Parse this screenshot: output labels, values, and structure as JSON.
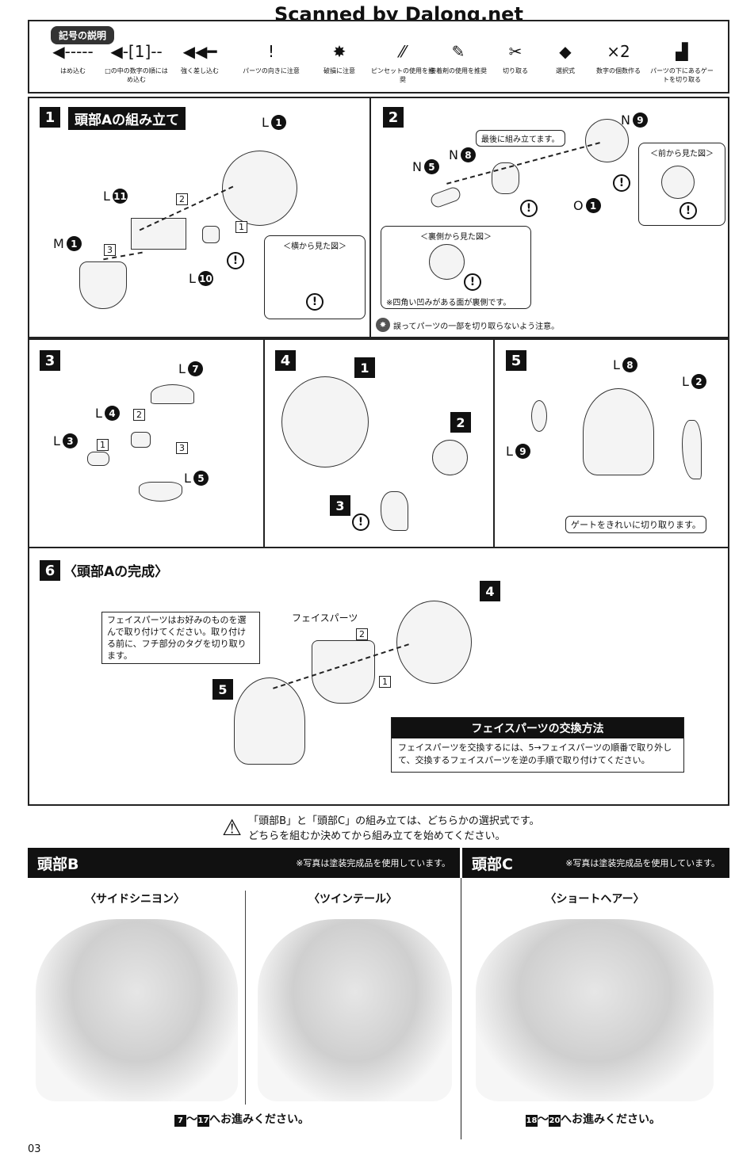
{
  "watermark": "Scanned by Dalong.net",
  "legend": {
    "title": "記号の説明",
    "items": [
      {
        "icon": "◀-----",
        "label": "はめ込む"
      },
      {
        "icon": "◀-[1]--",
        "label": "□の中の数字の順にはめ込む"
      },
      {
        "icon": "◀◀━",
        "label": "強く差し込む"
      },
      {
        "icon": "!",
        "label": "パーツの向きに注意"
      },
      {
        "icon": "✸",
        "label": "破損に注意"
      },
      {
        "icon": "⁄⁄",
        "label": "ピンセットの使用を推奨"
      },
      {
        "icon": "✎",
        "label": "接着剤の使用を推奨"
      },
      {
        "icon": "✂",
        "label": "切り取る"
      },
      {
        "icon": "◆",
        "label": "選択式"
      },
      {
        "icon": "×2",
        "label": "数字の個数作る"
      },
      {
        "icon": "▟",
        "label": "パーツの下にあるゲートを切り取る"
      }
    ]
  },
  "step1": {
    "num": "1",
    "title": "頭部Aの組み立て",
    "sub_caption": "＜横から見た図＞",
    "parts": [
      {
        "l": "L",
        "n": "1"
      },
      {
        "l": "L",
        "n": "11"
      },
      {
        "l": "M",
        "n": "1"
      },
      {
        "l": "L",
        "n": "10"
      }
    ],
    "seq": [
      "1",
      "2",
      "3"
    ]
  },
  "step2": {
    "num": "2",
    "note": "最後に組み立てます。",
    "front_caption": "＜前から見た図＞",
    "back_caption": "＜裏側から見た図＞",
    "back_note": "※四角い凹みがある面が裏側です。",
    "caution": "誤ってパーツの一部を切り取らないよう注意。",
    "parts": [
      {
        "l": "N",
        "n": "9"
      },
      {
        "l": "N",
        "n": "8"
      },
      {
        "l": "N",
        "n": "5"
      },
      {
        "l": "O",
        "n": "1"
      }
    ]
  },
  "step3": {
    "num": "3",
    "parts": [
      {
        "l": "L",
        "n": "7"
      },
      {
        "l": "L",
        "n": "4"
      },
      {
        "l": "L",
        "n": "3"
      },
      {
        "l": "L",
        "n": "5"
      }
    ],
    "seq": [
      "1",
      "2",
      "3"
    ]
  },
  "step4": {
    "num": "4",
    "refs": [
      "1",
      "2",
      "3"
    ]
  },
  "step5": {
    "num": "5",
    "parts": [
      {
        "l": "L",
        "n": "8"
      },
      {
        "l": "L",
        "n": "2"
      },
      {
        "l": "L",
        "n": "9"
      }
    ],
    "note": "ゲートをきれいに切り取ります。"
  },
  "step6": {
    "num": "6",
    "title": "〈頭部Aの完成〉",
    "face_note": "フェイスパーツはお好みのものを選んで取り付けてください。取り付ける前に、フチ部分のタグを切り取ります。",
    "face_label": "フェイスパーツ",
    "refs": [
      "4",
      "5"
    ],
    "seq": [
      "1",
      "2"
    ],
    "swap_title": "フェイスパーツの交換方法",
    "swap_text": "フェイスパーツを交換するには、5→フェイスパーツの順番で取り外して、交換するフェイスパーツを逆の手順で取り付けてください。"
  },
  "choice_warning": [
    "「頭部B」と「頭部C」の組み立ては、どちらかの選択式です。",
    "どちらを組むか決めてから組み立てを始めてください。"
  ],
  "headB": {
    "title": "頭部B",
    "note": "※写真は塗装完成品を使用しています。",
    "styles": [
      "〈サイドシニヨン〉",
      "〈ツインテール〉"
    ],
    "go_from": "7",
    "go_to": "17",
    "go_text": "へお進みください。"
  },
  "headC": {
    "title": "頭部C",
    "note": "※写真は塗装完成品を使用しています。",
    "styles": [
      "〈ショートヘアー〉"
    ],
    "go_from": "18",
    "go_to": "20",
    "go_text": "へお進みください。"
  },
  "page_number": "03"
}
